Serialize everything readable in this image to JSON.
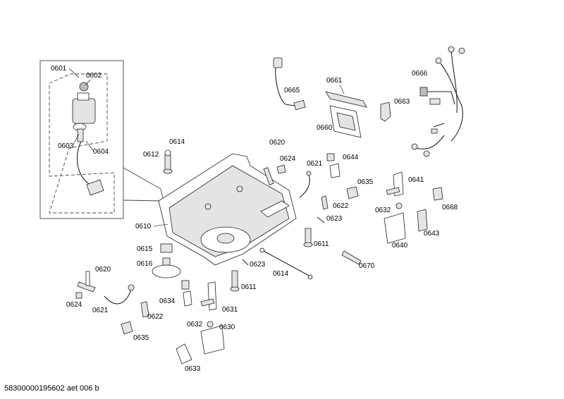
{
  "callouts": {
    "c0601": "0601",
    "c0602": "0602",
    "c0603": "0603",
    "c0604": "0604",
    "c0665": "0665",
    "c0661": "0661",
    "c0663": "0663",
    "c0660": "0660",
    "c0666": "0666",
    "c0614a": "0614",
    "c0612": "0612",
    "c0620a": "0620",
    "c0624a": "0624",
    "c0621a": "0621",
    "c0644": "0644",
    "c0635a": "0635",
    "c0622a": "0622",
    "c0623a": "0623",
    "c0611a": "0611",
    "c0641": "0641",
    "c0632a": "0632",
    "c0668": "0668",
    "c0643": "0643",
    "c0640": "0640",
    "c0670": "0670",
    "c0610": "0610",
    "c0615": "0615",
    "c0616": "0616",
    "c0623b": "0623",
    "c0611b": "0611",
    "c0614b": "0614",
    "c0620b": "0620",
    "c0624b": "0624",
    "c0621b": "0621",
    "c0634": "0634",
    "c0622b": "0622",
    "c0631": "0631",
    "c0632b": "0632",
    "c0630": "0630",
    "c0635b": "0635",
    "c0633": "0633"
  },
  "footer": {
    "drawing_id": "58300000195602 aet 006 b"
  }
}
